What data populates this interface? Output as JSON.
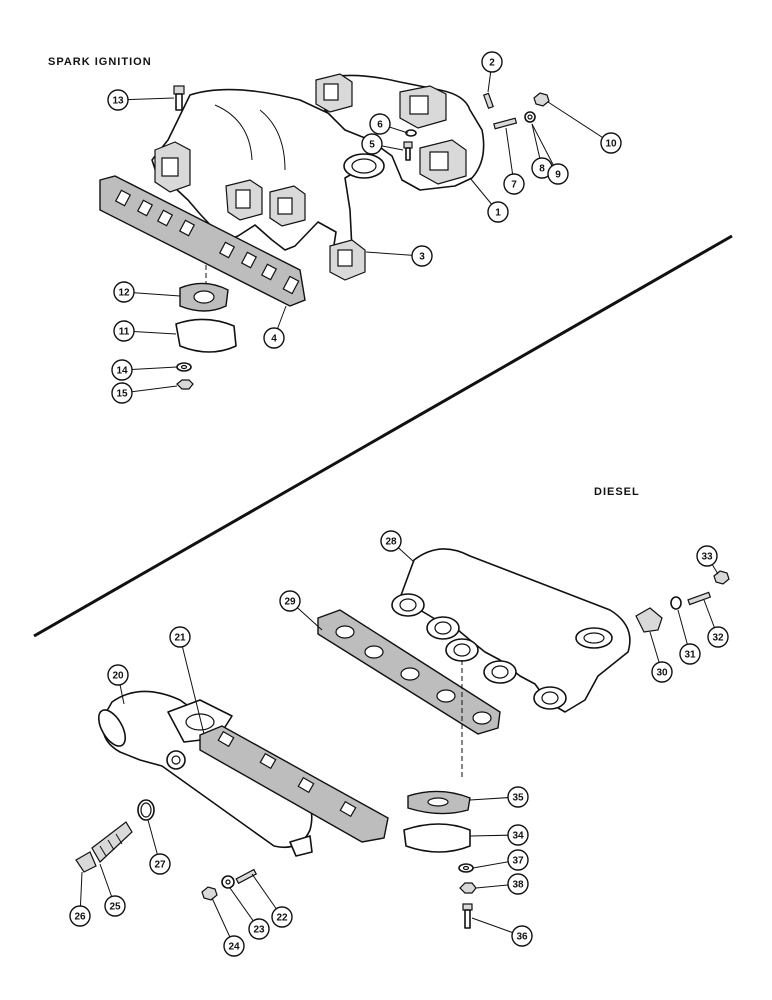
{
  "sections": {
    "spark": "SPARK IGNITION",
    "diesel": "DIESEL"
  },
  "callouts": [
    "1",
    "2",
    "3",
    "4",
    "5",
    "6",
    "7",
    "8",
    "9",
    "10",
    "11",
    "12",
    "13",
    "14",
    "15",
    "20",
    "21",
    "22",
    "23",
    "24",
    "25",
    "26",
    "27",
    "28",
    "29",
    "30",
    "31",
    "32",
    "33",
    "34",
    "35",
    "36",
    "37",
    "38"
  ]
}
